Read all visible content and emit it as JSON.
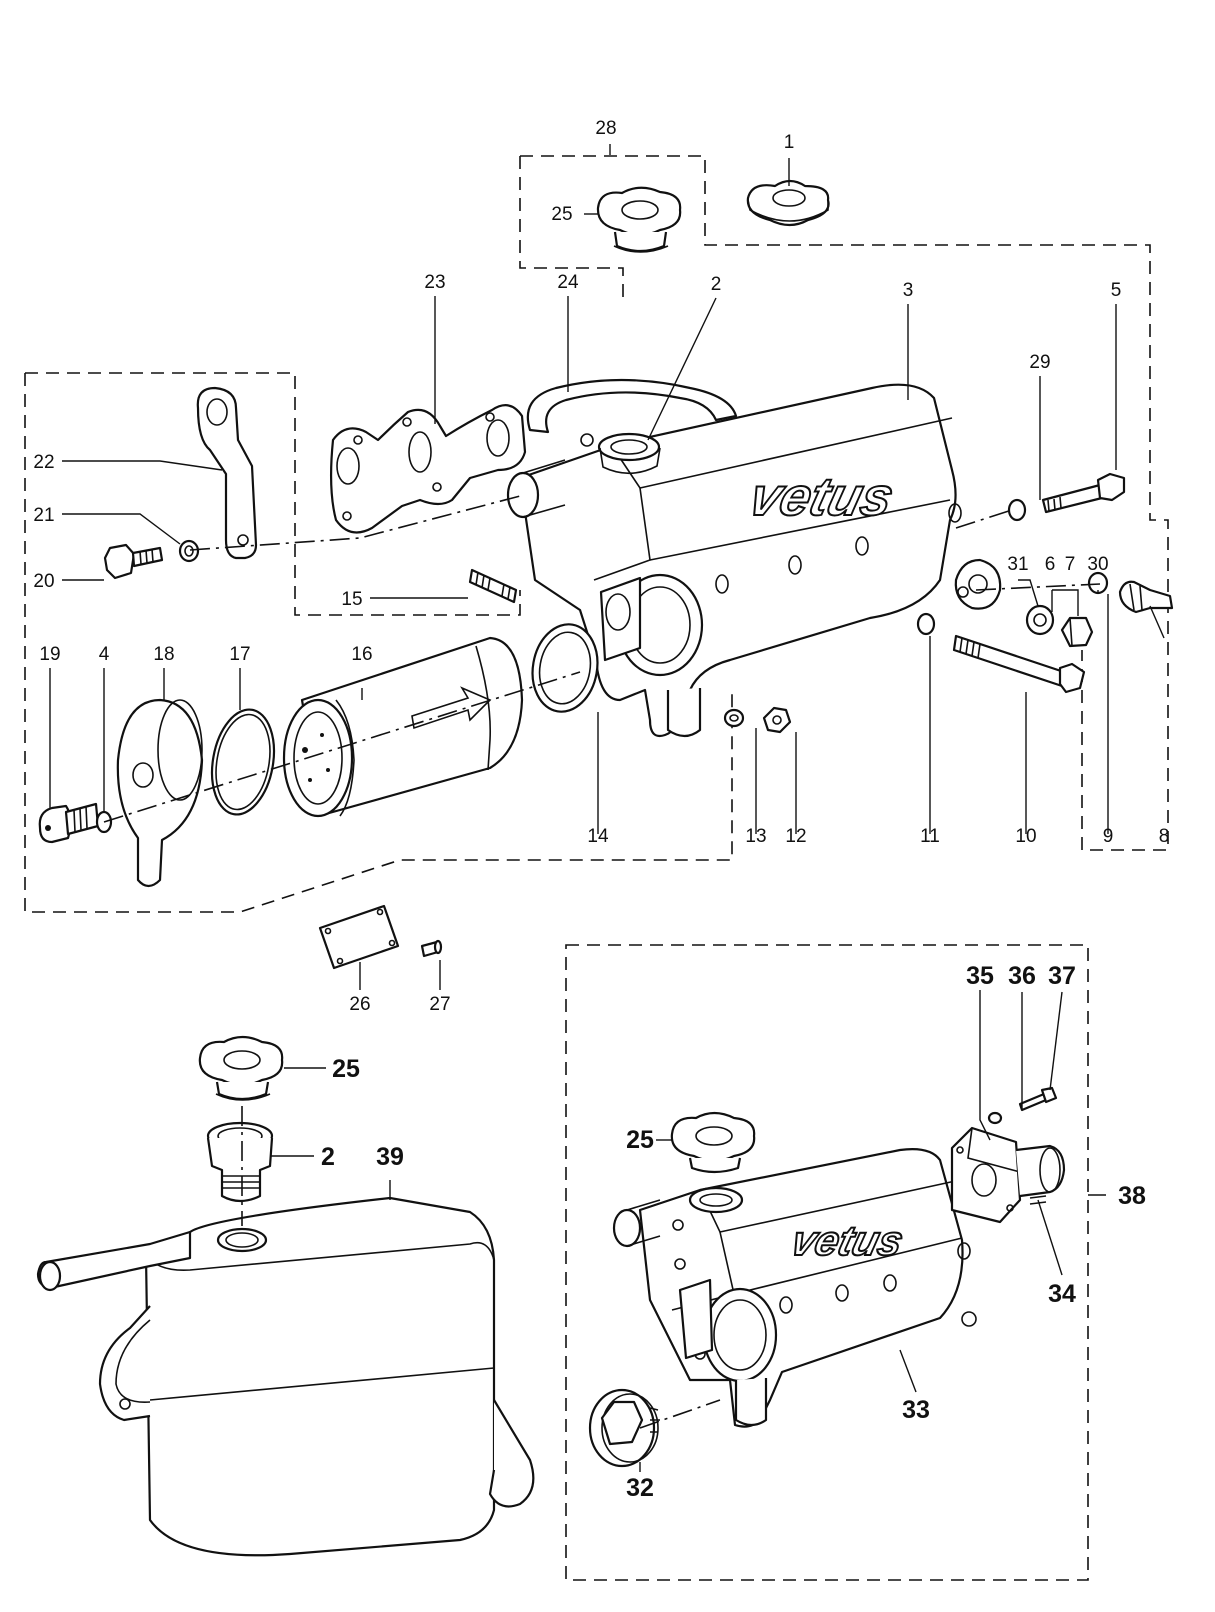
{
  "brand_upper": "vetus",
  "brand_lower": "vetus",
  "labels": {
    "p1": "1",
    "p2": "2",
    "p3": "3",
    "p4": "4",
    "p5": "5",
    "p6": "6",
    "p7": "7",
    "p8": "8",
    "p9": "9",
    "p10": "10",
    "p11": "11",
    "p12": "12",
    "p13": "13",
    "p14": "14",
    "p15": "15",
    "p16": "16",
    "p17": "17",
    "p18": "18",
    "p19": "19",
    "p20": "20",
    "p21": "21",
    "p22": "22",
    "p23": "23",
    "p24": "24",
    "p25": "25",
    "p26": "26",
    "p27": "27",
    "p28": "28",
    "p29": "29",
    "p30": "30",
    "p31": "31",
    "b25": "25",
    "b2": "2",
    "b39": "39",
    "c25": "25",
    "c32": "32",
    "c33": "33",
    "c34": "34",
    "c35": "35",
    "c36": "36",
    "c37": "37",
    "c38": "38"
  }
}
